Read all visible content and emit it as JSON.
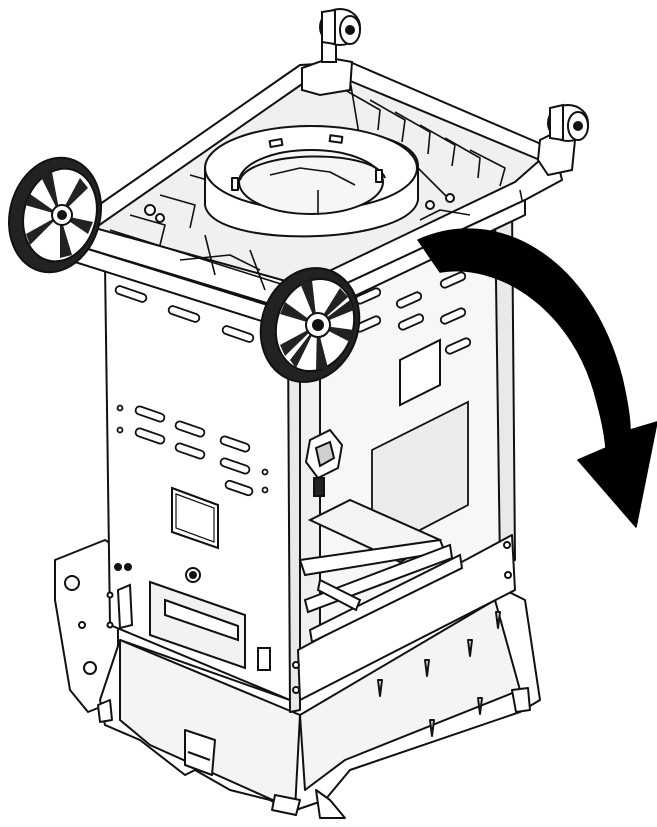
{
  "figure": {
    "subject": "assembly-illustration",
    "arrow_direction": "clockwise",
    "wheel_count": 2,
    "caster_count": 2
  },
  "colors": {
    "background": "#ffffff",
    "line": "#111111",
    "arrow": "#000000",
    "fill_light": "#ffffff",
    "fill_shade": "#e9e9e9",
    "fill_dark": "#222222"
  }
}
